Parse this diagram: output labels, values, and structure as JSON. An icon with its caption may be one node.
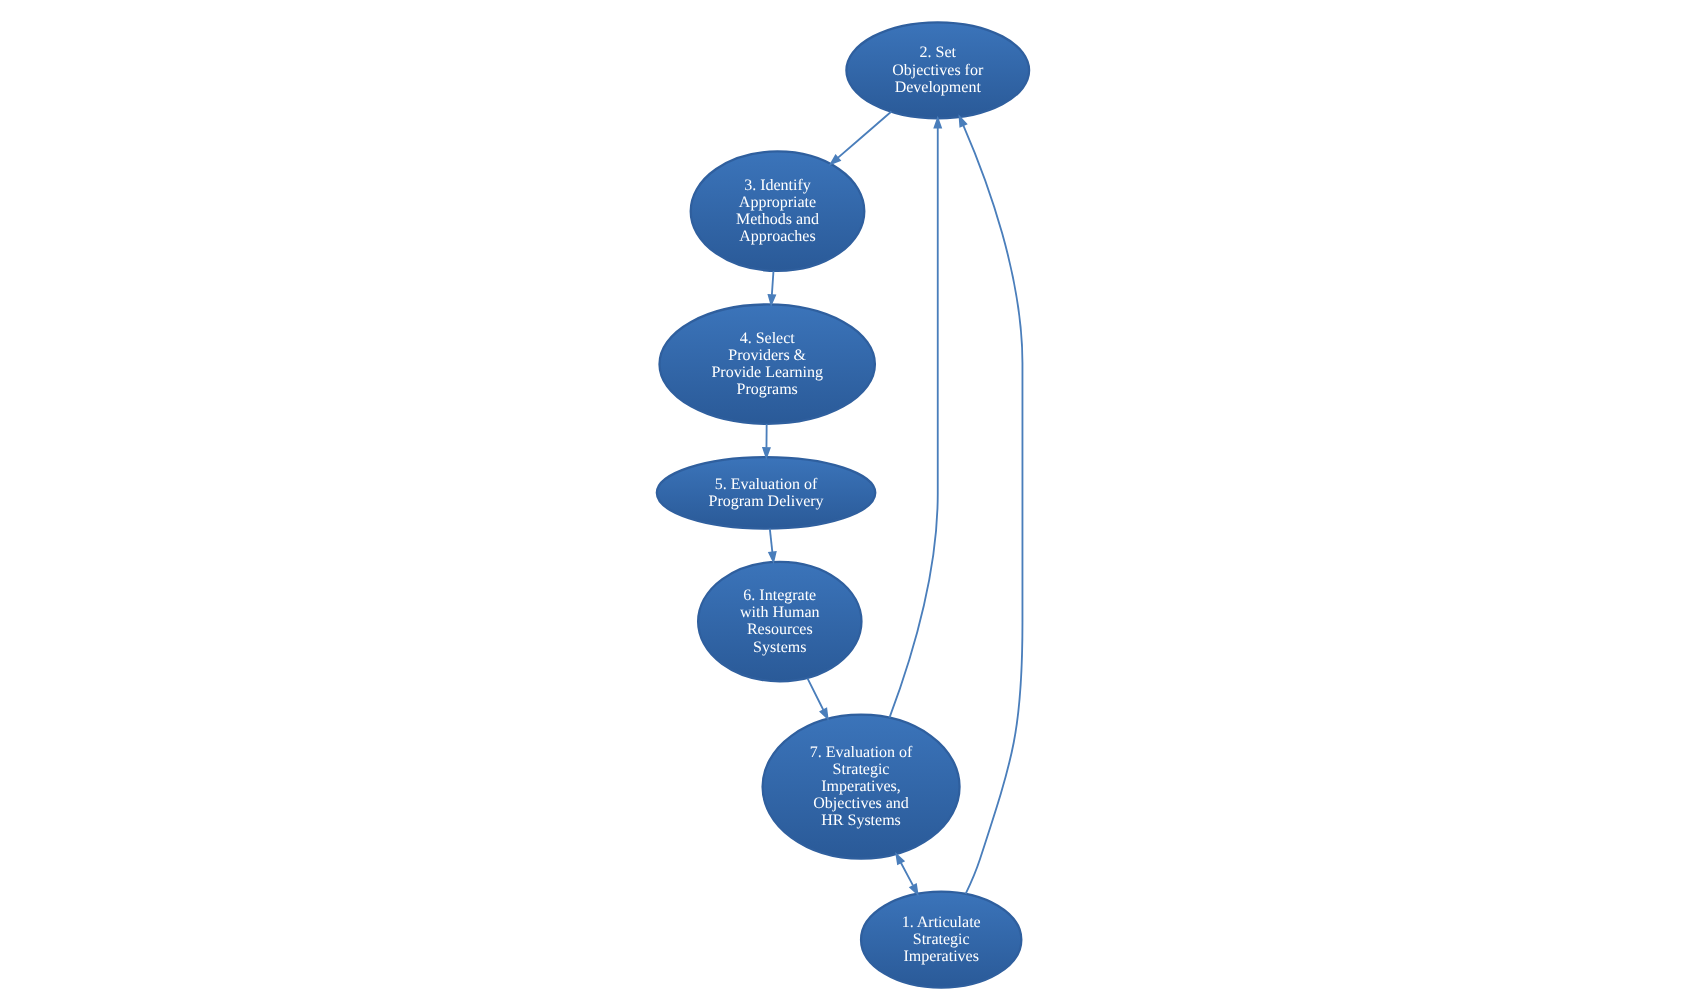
{
  "diagram": {
    "nodes": [
      {
        "text": [
          "2. Set Objectives for Development"
        ]
      },
      {
        "text": [
          "3. Identify Appropriate Methods and Approaches"
        ]
      },
      {
        "text": [
          "7. Evaluation of Strategic Imperatives, Objectives and HR Systems"
        ]
      },
      {
        "text": [
          "1. Articulate Strategic Imperatives"
        ]
      },
      {
        "text": [
          "4. Select Providers & Provide Learning Programs"
        ]
      },
      {
        "text": [
          "6. Integrate with Human Resources Systems"
        ]
      },
      {
        "text": [
          "5. Evaluation of Program Delivery"
        ]
      }
    ],
    "edges": [
      {
        "from": 3,
        "to": 0,
        "arrow": "to"
      },
      {
        "from": 0,
        "to": 1,
        "arrow": "to"
      },
      {
        "from": 1,
        "to": 4,
        "arrow": "to"
      },
      {
        "from": 4,
        "to": 6,
        "arrow": "to"
      },
      {
        "from": 6,
        "to": 5,
        "arrow": "to"
      },
      {
        "from": 5,
        "to": 2,
        "arrow": "to"
      },
      {
        "from": 2,
        "to": 0,
        "arrow": "to"
      },
      {
        "from": 2,
        "to": 3,
        "arrow": "both"
      }
    ]
  }
}
